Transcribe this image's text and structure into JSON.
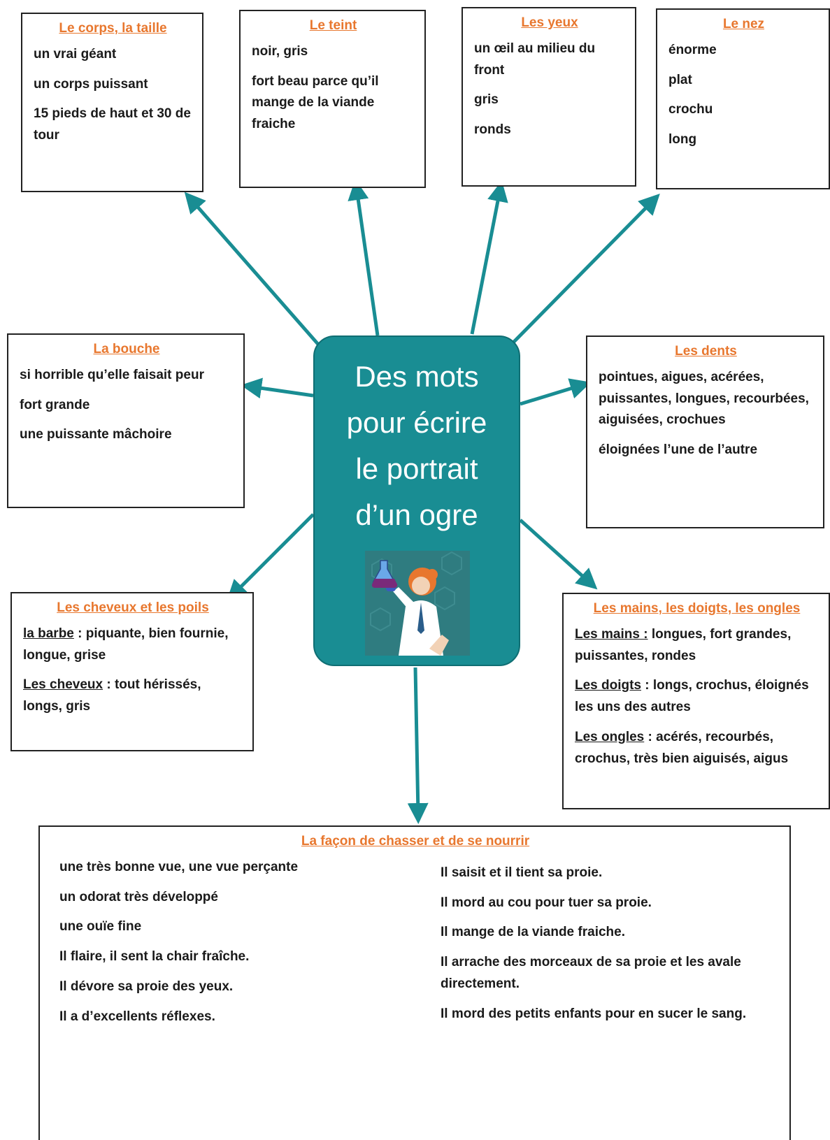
{
  "center": {
    "title_lines": [
      "Des mots",
      "pour écrire",
      "le portrait",
      "d’un ogre"
    ],
    "illustration_icon": "scientist-illustration",
    "bg_color": "#198d93"
  },
  "arrow_color": "#198d93",
  "title_color": "#e8772e",
  "boxes": {
    "corps": {
      "title": "Le corps, la taille",
      "lines": [
        "un vrai géant",
        "un corps puissant",
        "15 pieds de haut et 30 de tour"
      ]
    },
    "teint": {
      "title": "Le teint",
      "lines": [
        "noir, gris",
        "fort beau parce qu’il mange de la viande fraiche"
      ]
    },
    "yeux": {
      "title": "Les yeux",
      "lines": [
        "un œil au milieu du front",
        "gris",
        "ronds"
      ]
    },
    "nez": {
      "title": "Le nez",
      "lines": [
        "énorme",
        "plat",
        "crochu",
        "long"
      ]
    },
    "bouche": {
      "title": "La bouche",
      "lines": [
        "si horrible qu’elle faisait peur",
        "fort grande",
        "une puissante mâchoire"
      ]
    },
    "dents": {
      "title": "Les dents",
      "lines": [
        "pointues, aigues, acérées, puissantes, longues, recourbées, aiguisées, crochues",
        "éloignées l’une de l’autre"
      ]
    },
    "cheveux": {
      "title": "Les cheveux et les poils",
      "items": [
        {
          "label": "la barbe",
          "text": " : piquante, bien fournie, longue, grise"
        },
        {
          "label": "Les cheveux",
          "text": " : tout hérissés, longs, gris"
        }
      ]
    },
    "mains": {
      "title": "Les mains, les doigts, les ongles",
      "items": [
        {
          "label": "Les mains :",
          "text": " longues, fort grandes, puissantes, rondes"
        },
        {
          "label": "Les doigts",
          "text": " : longs, crochus, éloignés les uns des autres"
        },
        {
          "label": "Les ongles",
          "text": " : acérés, recourbés, crochus, très bien aiguisés, aigus"
        }
      ]
    },
    "chasse": {
      "title": "La façon de chasser et de se nourrir",
      "left": [
        "une très bonne vue, une vue perçante",
        "un odorat très développé",
        "une ouïe fine",
        "Il flaire, il sent la chair fraîche.",
        "Il dévore sa proie des yeux.",
        "Il a d’excellents réflexes."
      ],
      "right": [
        "Il saisit et il tient sa proie.",
        "Il mord au cou pour tuer sa proie.",
        "Il mange de la viande fraiche.",
        "Il arrache des morceaux de sa proie et les avale directement.",
        "Il mord des petits enfants pour en sucer le sang."
      ]
    }
  }
}
